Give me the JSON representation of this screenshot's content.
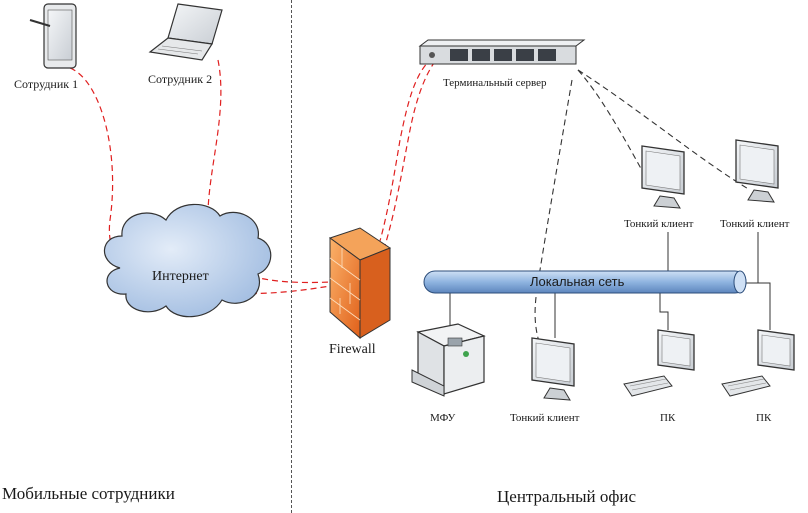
{
  "zones": {
    "left_label": "Мобильные сотрудники",
    "right_label": "Центральный офис"
  },
  "nodes": {
    "employee1": "Сотрудник 1",
    "employee2": "Сотрудник 2",
    "internet": "Интернет",
    "firewall": "Firewall",
    "terminal_server": "Терминальный сервер",
    "lan": "Локальная сеть",
    "thin_client_a": "Тонкий клиент",
    "thin_client_b": "Тонкий клиент",
    "thin_client_c": "Тонкий клиент",
    "mfp": "МФУ",
    "pc1": "ПК",
    "pc2": "ПК"
  },
  "colors": {
    "vpn_link": "#e02020",
    "terminal_link": "#333333",
    "lan_bus": "#8fb4e0",
    "cloud": "#b9cde8",
    "firewall": "#f07a2a"
  },
  "icons": [
    "tablet-icon",
    "laptop-icon",
    "cloud-icon",
    "firewall-icon",
    "server-icon",
    "monitor-icon",
    "printer-icon",
    "keyboard-icon"
  ]
}
